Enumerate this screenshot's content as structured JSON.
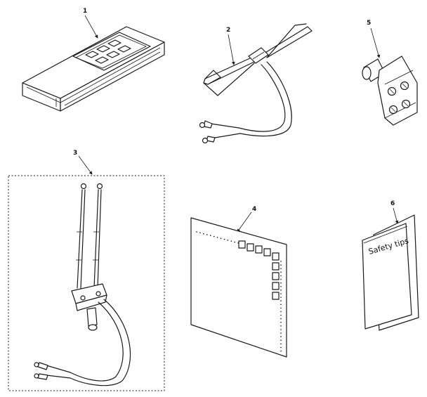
{
  "parts": [
    {
      "id": "1",
      "label": "1",
      "desc": "remote-control"
    },
    {
      "id": "2",
      "label": "2",
      "desc": "antenna-wire"
    },
    {
      "id": "3",
      "label": "3",
      "desc": "telescoping-antenna"
    },
    {
      "id": "4",
      "label": "4",
      "desc": "instruction-sheet"
    },
    {
      "id": "5",
      "label": "5",
      "desc": "adapter"
    },
    {
      "id": "6",
      "label": "6",
      "desc": "safety-booklet"
    }
  ],
  "booklet": {
    "title": "Safety tips"
  },
  "colors": {
    "ink": "#1a1a1a",
    "paper": "#ffffff"
  }
}
